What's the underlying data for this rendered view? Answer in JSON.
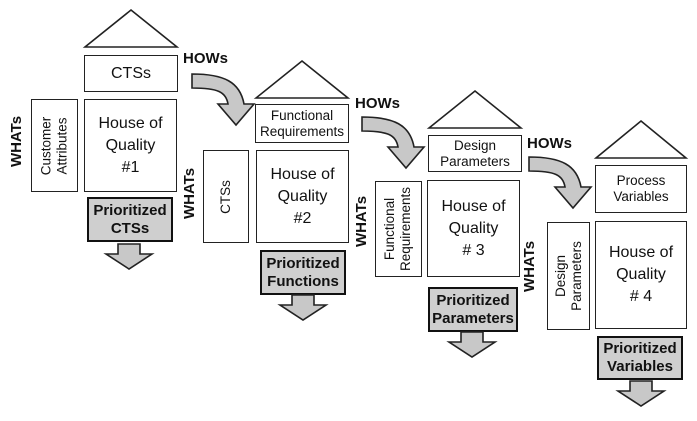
{
  "labels": {
    "whats": "WHATs",
    "hows": "HOWs"
  },
  "houses": [
    {
      "roof_label": "CTSs",
      "whats_label": "Customer\nAttributes",
      "body": [
        "House of",
        "Quality",
        "#1"
      ],
      "output": [
        "Prioritized",
        "CTSs"
      ]
    },
    {
      "roof_label": "Functional Requirements",
      "whats_label": "CTSs",
      "body": [
        "House of",
        "Quality",
        "#2"
      ],
      "output": [
        "Prioritized",
        "Functions"
      ]
    },
    {
      "roof_label": "Design Parameters",
      "whats_label": "Functional\nRequirements",
      "body": [
        "House of",
        "Quality",
        "# 3"
      ],
      "output": [
        "Prioritized",
        "Parameters"
      ]
    },
    {
      "roof_label": "Process Variables",
      "whats_label": "Design\nParameters",
      "body": [
        "House of",
        "Quality",
        "# 4"
      ],
      "output": [
        "Prioritized",
        "Variables"
      ]
    }
  ],
  "colors": {
    "stroke": "#222222",
    "output_fill": "#cfcfcf",
    "arrow_fill": "#c8c8c8"
  }
}
